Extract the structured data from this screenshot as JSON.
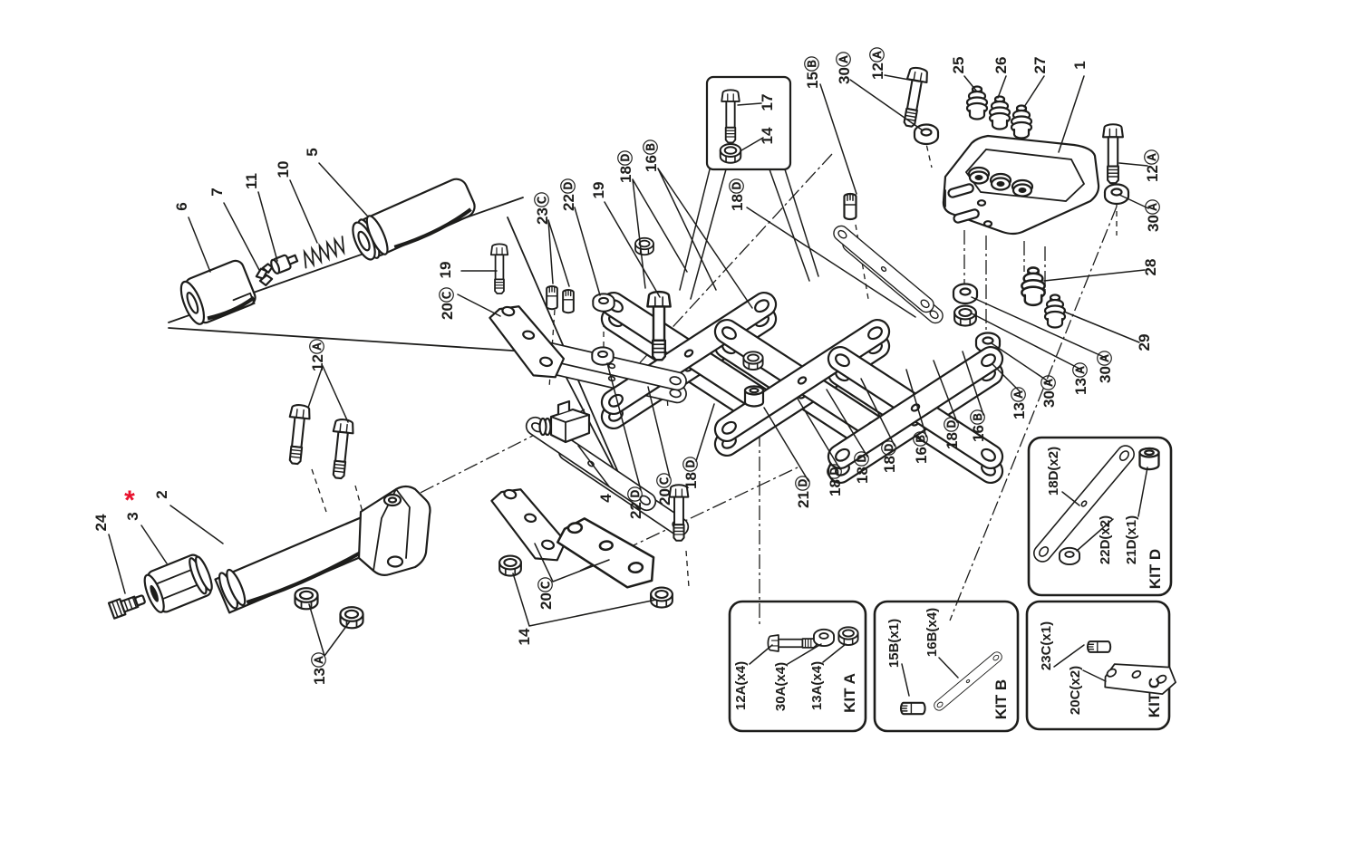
{
  "colors": {
    "line": "#1d1d1b",
    "red": "#e8112d",
    "background": "#ffffff"
  },
  "diagram": {
    "callouts": [
      {
        "text": "6"
      },
      {
        "text": "7"
      },
      {
        "text": "11"
      },
      {
        "text": "10"
      },
      {
        "text": "5"
      },
      {
        "text": "17"
      },
      {
        "text": "14"
      },
      {
        "text": "15Ⓑ"
      },
      {
        "text": "30Ⓐ"
      },
      {
        "text": "12Ⓐ"
      },
      {
        "text": "25"
      },
      {
        "text": "26"
      },
      {
        "text": "27"
      },
      {
        "text": "1"
      },
      {
        "text": "12Ⓐ"
      },
      {
        "text": "30Ⓐ"
      },
      {
        "text": "28"
      },
      {
        "text": "29"
      },
      {
        "text": "30Ⓐ"
      },
      {
        "text": "13Ⓐ"
      },
      {
        "text": "30Ⓐ"
      },
      {
        "text": "13Ⓐ"
      },
      {
        "text": "23Ⓒ"
      },
      {
        "text": "22Ⓓ"
      },
      {
        "text": "19"
      },
      {
        "text": "18Ⓓ"
      },
      {
        "text": "16Ⓑ"
      },
      {
        "text": "18Ⓓ"
      },
      {
        "text": "19"
      },
      {
        "text": "20Ⓒ"
      },
      {
        "text": "12Ⓐ"
      },
      {
        "text": "24"
      },
      {
        "text": "3"
      },
      {
        "text": "*"
      },
      {
        "text": "2"
      },
      {
        "text": "13Ⓐ"
      },
      {
        "text": "4"
      },
      {
        "text": "22Ⓓ"
      },
      {
        "text": "20Ⓒ"
      },
      {
        "text": "18Ⓓ"
      },
      {
        "text": "20Ⓒ"
      },
      {
        "text": "14"
      },
      {
        "text": "21Ⓓ"
      },
      {
        "text": "18Ⓓ"
      },
      {
        "text": "18Ⓓ"
      },
      {
        "text": "18Ⓓ"
      },
      {
        "text": "16Ⓑ"
      },
      {
        "text": "18Ⓓ"
      },
      {
        "text": "16Ⓑ"
      }
    ],
    "kits": [
      {
        "name": "KIT A",
        "items": [
          {
            "label": "12A(x4)"
          },
          {
            "label": "30A(x4)"
          },
          {
            "label": "13A(x4)"
          }
        ]
      },
      {
        "name": "KIT B",
        "items": [
          {
            "label": "15B(x1)"
          },
          {
            "label": "16B(x4)"
          }
        ]
      },
      {
        "name": "KIT C",
        "items": [
          {
            "label": "23C(x1)"
          },
          {
            "label": "20C(x2)"
          }
        ]
      },
      {
        "name": "KIT D",
        "items": [
          {
            "label": "18D(x2)"
          },
          {
            "label": "22D(x2)"
          },
          {
            "label": "21D(x1)"
          }
        ]
      }
    ]
  }
}
